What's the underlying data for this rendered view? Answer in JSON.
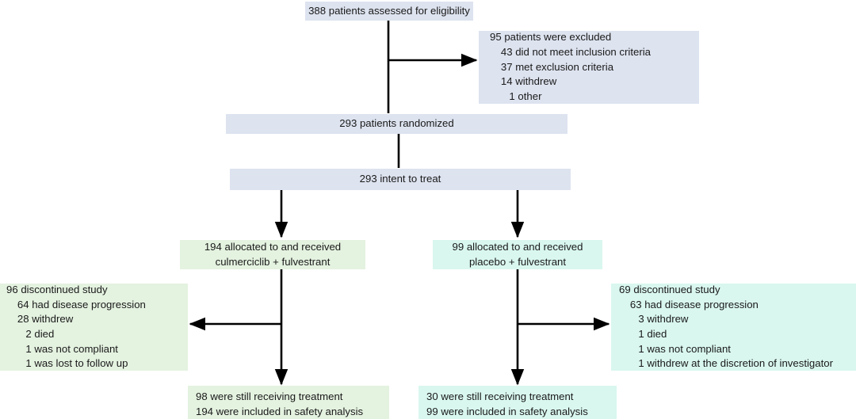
{
  "diagram": {
    "type": "consort-flow",
    "title": "CONSORT patient flow diagram",
    "colors": {
      "blue_box": "#dde3ef",
      "green_box": "#e4f2e0",
      "mint_box": "#d9f7ef",
      "connector": "#000000",
      "text": "#1a1a1a"
    },
    "nodes": {
      "eligibility": {
        "lines": [
          "388 patients assessed for eligibility"
        ]
      },
      "excluded": {
        "lines": [
          "95 patients were excluded",
          "43 did not meet inclusion criteria",
          "37 met exclusion criteria",
          "14 withdrew",
          "1 other"
        ]
      },
      "randomized": {
        "lines": [
          "293 patients randomized"
        ]
      },
      "intent_to_treat": {
        "lines": [
          "293 intent to treat"
        ]
      },
      "allocation_left": {
        "lines": [
          "194 allocated to and received",
          "culmerciclib + fulvestrant"
        ]
      },
      "allocation_right": {
        "lines": [
          "99 allocated to and received",
          "placebo + fulvestrant"
        ]
      },
      "discontinued_left": {
        "lines": [
          "96 discontinued study",
          "64 had disease progression",
          "28 withdrew",
          "2 died",
          "1 was not compliant",
          "1 was lost to follow up"
        ]
      },
      "discontinued_right": {
        "lines": [
          "69 discontinued study",
          "63 had disease progression",
          "3 withdrew",
          "1 died",
          "1 was not compliant",
          "1 withdrew at the discretion of investigator"
        ]
      },
      "outcome_left": {
        "lines": [
          "98 were still receiving treatment",
          "194 were included in safety analysis"
        ]
      },
      "outcome_right": {
        "lines": [
          "30 were still receiving treatment",
          "99 were included in safety analysis"
        ]
      }
    }
  }
}
